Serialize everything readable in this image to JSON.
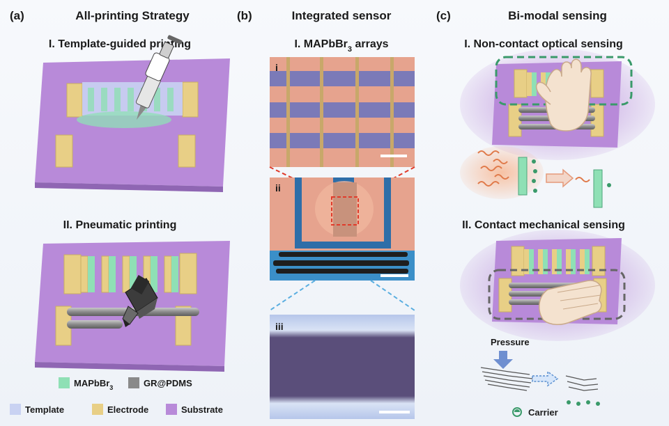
{
  "panels": {
    "a": {
      "letter": "(a)",
      "title": "All-printing Strategy",
      "step1": "I. Template-guided printing",
      "step2": "II. Pneumatic printing",
      "legend": {
        "mapbbr3_base": "MAPbBr",
        "mapbbr3_sub": "3",
        "grpdms": "GR@PDMS",
        "template": "Template",
        "electrode": "Electrode",
        "substrate": "Substrate"
      }
    },
    "b": {
      "letter": "(b)",
      "title": "Integrated sensor",
      "subtitle_base": "I. MAPbBr",
      "subtitle_sub": "3",
      "subtitle_tail": " arrays",
      "label_i": "i",
      "label_ii": "ii",
      "label_iii": "iii"
    },
    "c": {
      "letter": "(c)",
      "title": "Bi-modal sensing",
      "step1": "I. Non-contact optical sensing",
      "step2": "II. Contact mechanical sensing",
      "pressure": "Pressure",
      "carrier": "Carrier"
    }
  },
  "colors": {
    "substrate": "#b88ad9",
    "electrode": "#e8cf86",
    "mapbbr3": "#8fe0b5",
    "grpdms": "#8a8a8a",
    "template": "#c9d2f2",
    "micro_pink": "#e6a38e",
    "micro_blue": "#7b7ab8",
    "accent_red": "#e03b2b",
    "accent_blue": "#5aaee0",
    "dashed_green": "#3a9a6a",
    "dashed_gray": "#666666"
  }
}
